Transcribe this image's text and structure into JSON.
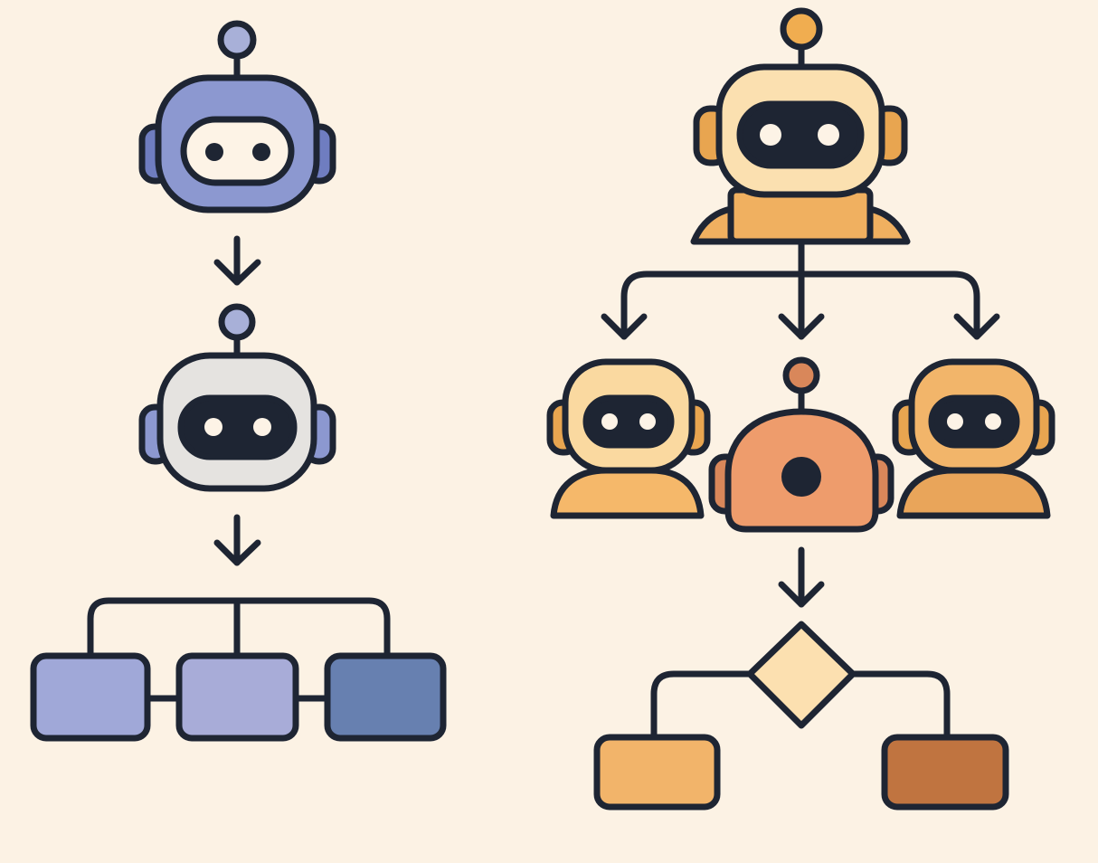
{
  "colors": {
    "background": "#fcf2e4",
    "outline": "#1e2533",
    "blue_head": "#8c98d0",
    "blue_ear": "#6f7dc0",
    "blue_antenna": "#a8b0d8",
    "grey_head": "#e5e3e0",
    "blue_box": "#a0a8d8",
    "blue_box_dark": "#6780b0",
    "cream_head": "#fbe0b0",
    "orange": "#f0ad50",
    "orange_body": "#f0b060",
    "coral_head": "#ee9c6c",
    "coral_ear": "#d9875a",
    "diamond": "#fce0b0",
    "brown_box": "#c07440"
  },
  "left_flow": {
    "robots": 2,
    "output_boxes": 3
  },
  "right_flow": {
    "orchestrator": 1,
    "sub_robots": 3,
    "decision_outputs": 2
  }
}
